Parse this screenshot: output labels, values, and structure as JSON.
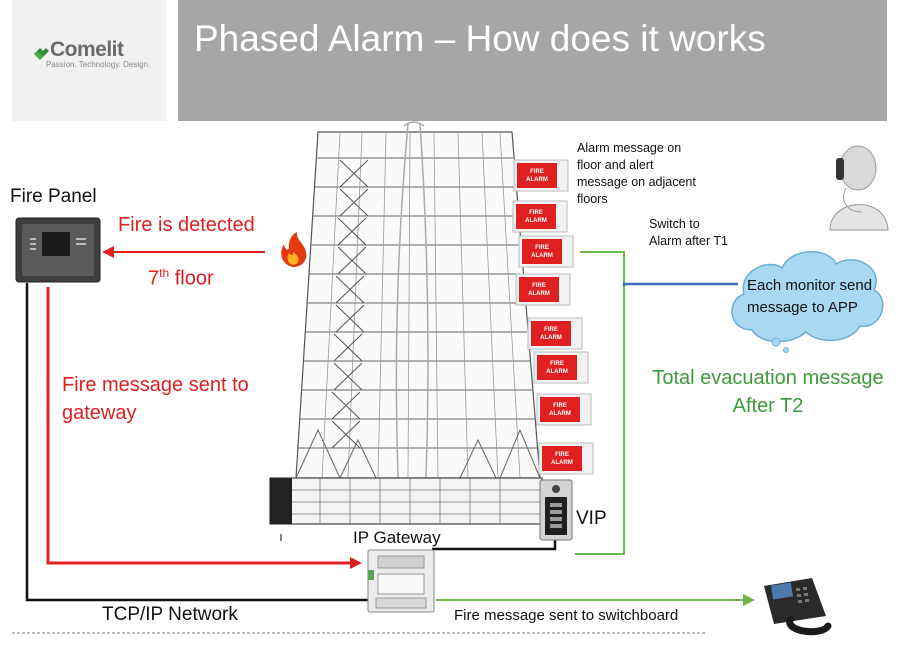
{
  "header": {
    "title": "Phased Alarm – How does it works",
    "logo_word": "Comelit",
    "logo_tagline": "Passion. Technology. Design."
  },
  "labels": {
    "fire_panel": "Fire Panel",
    "fire_detected": "Fire is detected",
    "floor_base": "7",
    "floor_sup": "th",
    "floor_rest": " floor",
    "msg_gateway_1": "Fire message sent to",
    "msg_gateway_2": "gateway",
    "alarm_msg_1": "Alarm  message on",
    "alarm_msg_2": "floor and alert",
    "alarm_msg_3": "message on adjacent",
    "alarm_msg_4": "floors",
    "switch_1": "Switch to",
    "switch_2": "Alarm after T1",
    "cloud_1": "Each monitor send",
    "cloud_2": "message to APP",
    "evac_1": "Total evacuation message",
    "evac_2": "After T2",
    "vip": "VIP",
    "ip_gateway": "IP Gateway",
    "tcp_ip": "TCP/IP Network",
    "switchboard": "Fire message sent to switchboard"
  },
  "alarm_sign": {
    "line1": "FIRE",
    "line2": "ALARM"
  },
  "colors": {
    "red": "#e02020",
    "green": "#6fb84a",
    "blue": "#3a6fb5",
    "black": "#111111"
  }
}
